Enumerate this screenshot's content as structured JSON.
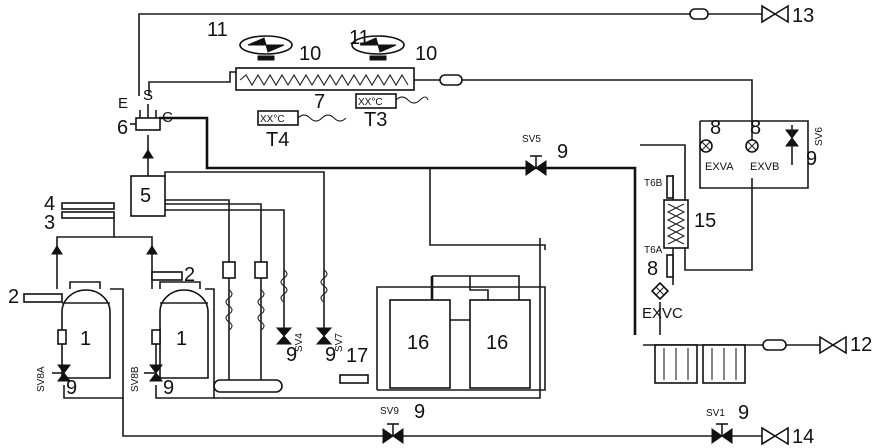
{
  "labels": {
    "compressor_1a": "1",
    "compressor_1b": "1",
    "port_2_left": "2",
    "port_2_right": "2",
    "port_3": "3",
    "port_4": "4",
    "oil_separator_5": "5",
    "four_way_valve_6": "6",
    "valve_E": "E",
    "valve_S": "S",
    "valve_C": "C",
    "heat_exchanger_7": "7",
    "expansion_8_a": "8",
    "expansion_8_b": "8",
    "expansion_8_c": "8",
    "num_9_sv5": "9",
    "num_9_sv6": "9",
    "num_9_sv4": "9",
    "num_9_sv7": "9",
    "num_9_sv8a": "9",
    "num_9_sv8b": "9",
    "num_9_sv9": "9",
    "num_9_sv1": "9",
    "fan_10_a": "10",
    "fan_10_b": "10",
    "fan_11_a": "11",
    "fan_11_b": "11",
    "outlet_12": "12",
    "outlet_13": "13",
    "outlet_14": "14",
    "plate_hex_15": "15",
    "accumulator_16_a": "16",
    "accumulator_16_b": "16",
    "unit_17": "17",
    "sensor_T3": "T3",
    "sensor_T4": "T4",
    "sensor_T3_display": "XX°C",
    "sensor_T4_display": "XX°C",
    "sensor_T6A": "T6A",
    "sensor_T6B": "T6B",
    "valve_SV1": "SV1",
    "valve_SV4": "SV4",
    "valve_SV5": "SV5",
    "valve_SV6": "SV6",
    "valve_SV7": "SV7",
    "valve_SV8A": "SV8A",
    "valve_SV8B": "SV8B",
    "valve_SV9": "SV9",
    "exv_A": "EXVA",
    "exv_B": "EXVB",
    "exv_C": "EXVC"
  }
}
